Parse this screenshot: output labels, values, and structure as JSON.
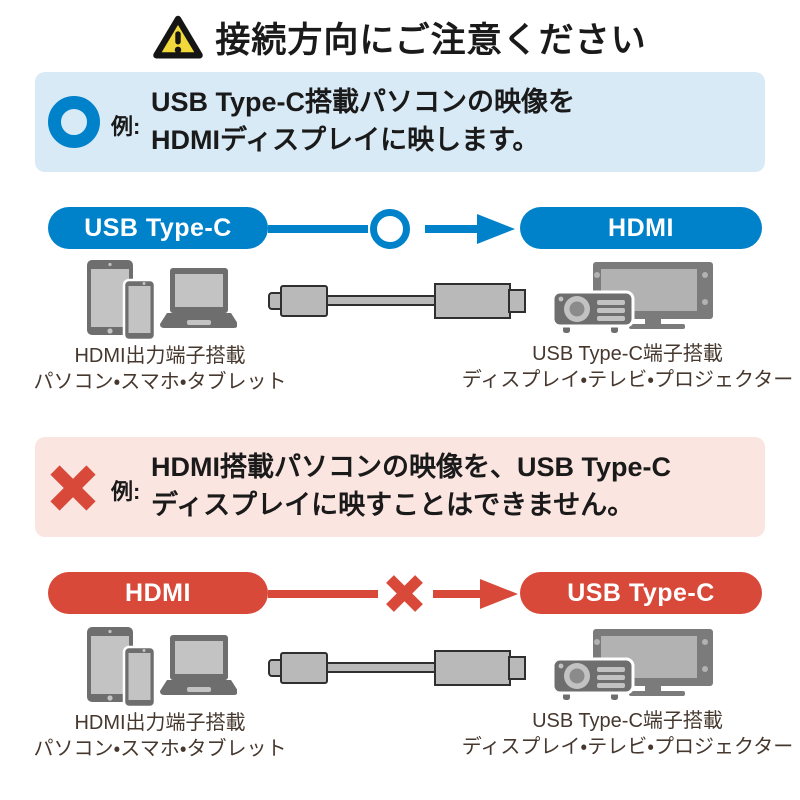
{
  "header": {
    "title": "接続方向にご注意ください"
  },
  "ok_section": {
    "example_label": "例:",
    "description_line1": "USB Type-C搭載パソコンの映像を",
    "description_line2": "HDMIディスプレイに映します。",
    "flow_from": "USB Type-C",
    "flow_to": "HDMI",
    "source_caption_line1": "HDMI出力端子搭載",
    "source_caption_line2": "パソコン・スマホ・タブレット",
    "display_caption_line1": "USB Type-C端子搭載",
    "display_caption_line2": "ディスプレイ・テレビ・プロジェクター"
  },
  "ng_section": {
    "example_label": "例:",
    "description_line1": "HDMI搭載パソコンの映像を、USB Type-C",
    "description_line2": "ディスプレイに映すことはできません。",
    "flow_from": "HDMI",
    "flow_to": "USB Type-C",
    "source_caption_line1": "HDMI出力端子搭載",
    "source_caption_line2": "パソコン・スマホ・タブレット",
    "display_caption_line1": "USB Type-C端子搭載",
    "display_caption_line2": "ディスプレイ・テレビ・プロジェクター"
  },
  "colors": {
    "accent_blue": "#0082cb",
    "light_blue_bg": "#d8eaf6",
    "accent_red": "#d8493a",
    "light_pink_bg": "#fbe5e1",
    "warning_yellow": "#f2d93b",
    "title_text": "#1a1a1a",
    "caption_text": "#46382f"
  }
}
